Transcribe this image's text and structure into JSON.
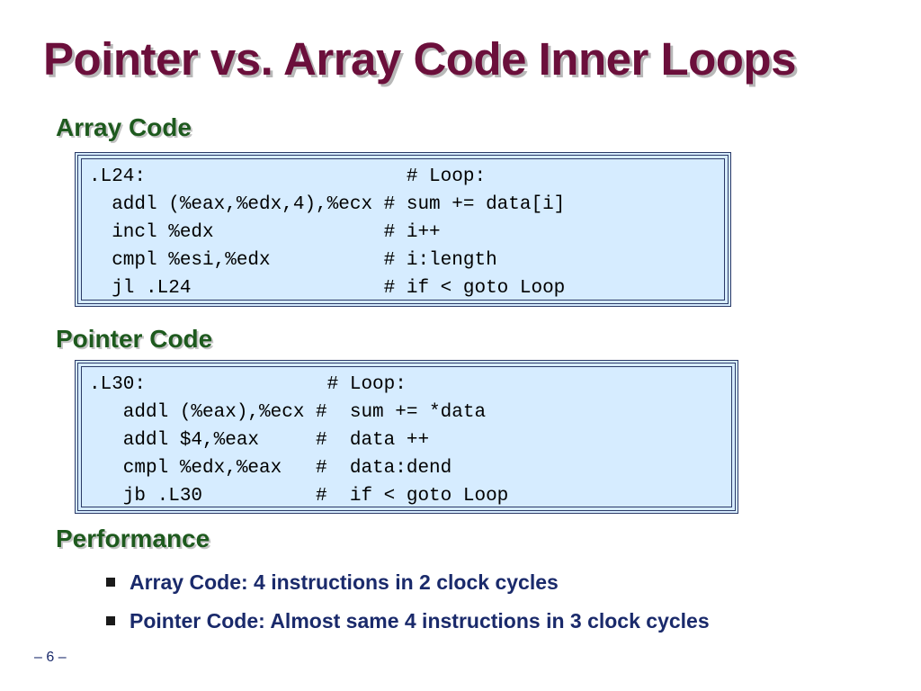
{
  "slide": {
    "title": "Pointer vs. Array Code Inner Loops",
    "number": "– 6 –"
  },
  "array_section": {
    "heading": "Array Code",
    "code": [
      ".L24:                       # Loop:",
      "  addl (%eax,%edx,4),%ecx # sum += data[i]",
      "  incl %edx               # i++",
      "  cmpl %esi,%edx          # i:length",
      "  jl .L24                 # if < goto Loop"
    ]
  },
  "pointer_section": {
    "heading": "Pointer Code",
    "code": [
      ".L30:                # Loop:",
      "   addl (%eax),%ecx #  sum += *data",
      "   addl $4,%eax     #  data ++",
      "   cmpl %edx,%eax   #  data:dend",
      "   jb .L30          #  if < goto Loop"
    ]
  },
  "performance_section": {
    "heading": "Performance",
    "bullets": [
      "Array Code: 4 instructions in 2 clock cycles",
      "Pointer Code: Almost same 4 instructions in 3 clock cycles"
    ]
  },
  "colors": {
    "title": "#6b0f3b",
    "section_heading": "#1e5a1e",
    "code_background": "#d6ecff",
    "code_border": "#2b3a67",
    "bullet_text": "#1a2a6b"
  }
}
